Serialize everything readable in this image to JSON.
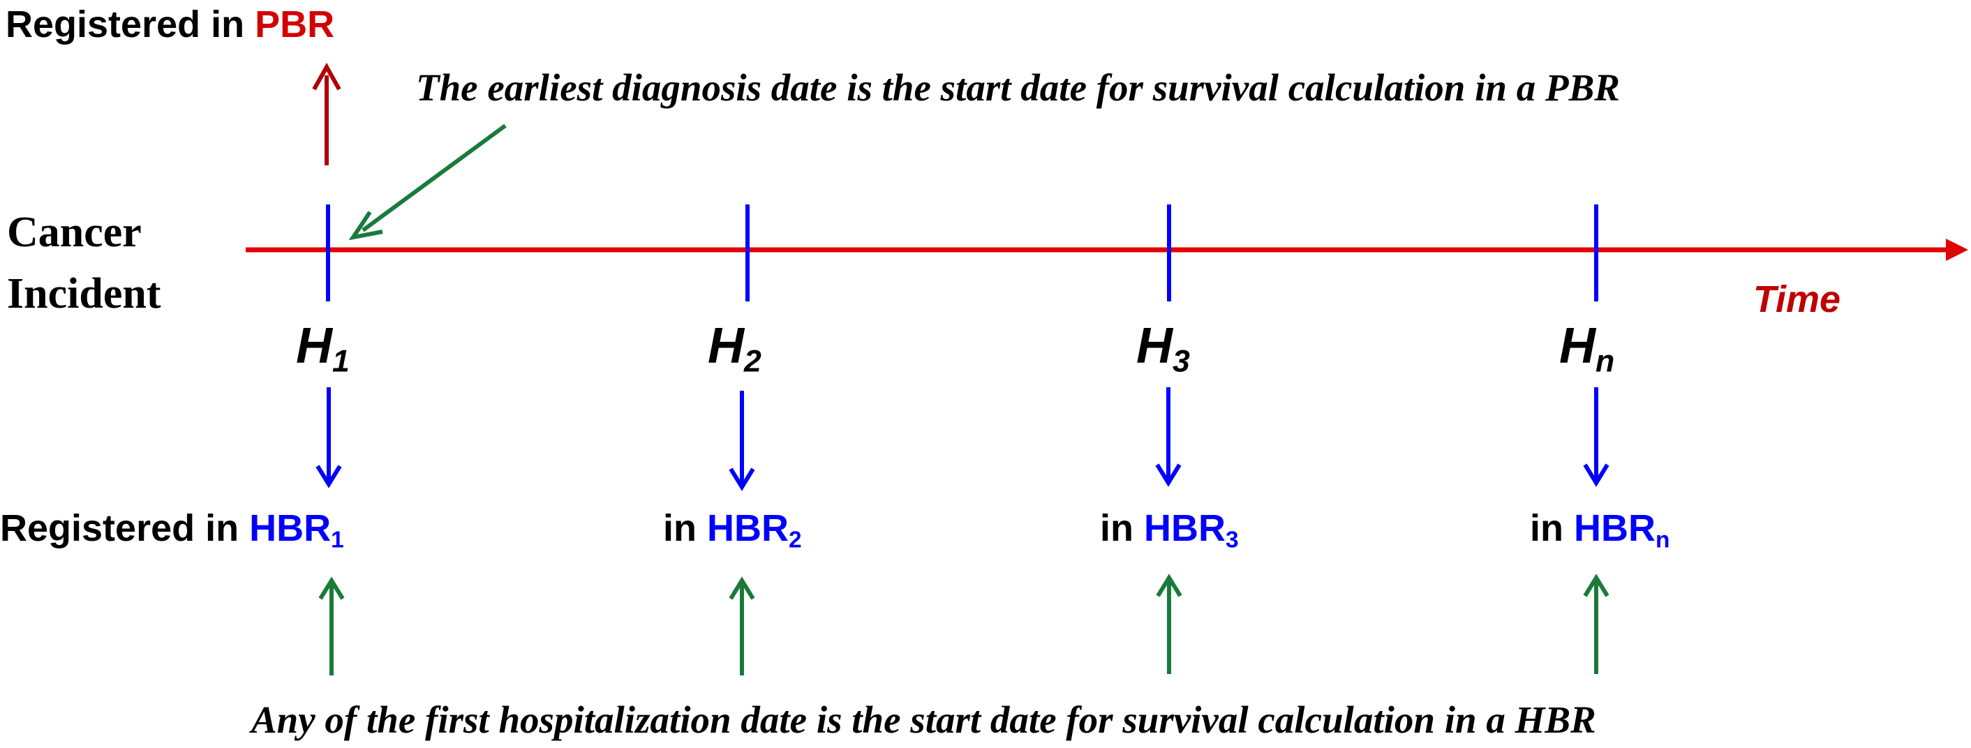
{
  "pbr": {
    "prefix": "Registered in ",
    "name": "PBR"
  },
  "notes": {
    "pbr_note": "The earliest diagnosis date is the start date for survival calculation in a PBR",
    "hbr_note": "Any of the first hospitalization date is the start date for survival calculation in a HBR"
  },
  "axis": {
    "left_label_line1": "Cancer",
    "left_label_line2": "Incident",
    "time_label": "Time"
  },
  "hospitals": [
    {
      "h": "H",
      "h_sub": "1",
      "prefix": "Registered in ",
      "hbr": "HBR",
      "hbr_sub": "1"
    },
    {
      "h": "H",
      "h_sub": "2",
      "prefix": "in ",
      "hbr": "HBR",
      "hbr_sub": "2"
    },
    {
      "h": "H",
      "h_sub": "3",
      "prefix": "in ",
      "hbr": "HBR",
      "hbr_sub": "3"
    },
    {
      "h": "H",
      "h_sub": "n",
      "prefix": "in ",
      "hbr": "HBR",
      "hbr_sub": "n"
    }
  ],
  "colors": {
    "timeline": "#e00000",
    "ticks": "#0000ff",
    "green_arrows": "#1a7a3a",
    "pbr_arrow": "#b00000"
  }
}
